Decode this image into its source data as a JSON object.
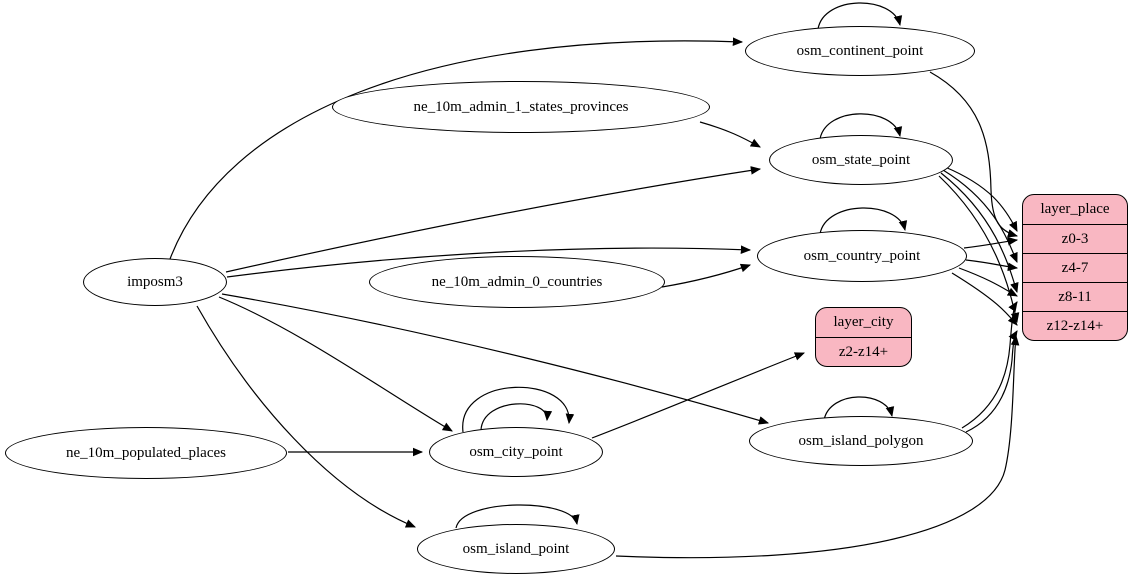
{
  "diagram": {
    "kind": "graphviz-dependency-graph",
    "colors": {
      "background": "#ffffff",
      "ellipse_fill": "#ffffff",
      "record_fill": "#f9b7c2",
      "border": "#000000",
      "edge": "#000000"
    },
    "nodes": {
      "imposm3": {
        "label": "imposm3",
        "shape": "ellipse"
      },
      "ne_10m_admin_1_states_provinces": {
        "label": "ne_10m_admin_1_states_provinces",
        "shape": "ellipse"
      },
      "ne_10m_admin_0_countries": {
        "label": "ne_10m_admin_0_countries",
        "shape": "ellipse"
      },
      "ne_10m_populated_places": {
        "label": "ne_10m_populated_places",
        "shape": "ellipse"
      },
      "osm_continent_point": {
        "label": "osm_continent_point",
        "shape": "ellipse"
      },
      "osm_state_point": {
        "label": "osm_state_point",
        "shape": "ellipse"
      },
      "osm_country_point": {
        "label": "osm_country_point",
        "shape": "ellipse"
      },
      "osm_city_point": {
        "label": "osm_city_point",
        "shape": "ellipse"
      },
      "osm_island_polygon": {
        "label": "osm_island_polygon",
        "shape": "ellipse"
      },
      "osm_island_point": {
        "label": "osm_island_point",
        "shape": "ellipse"
      },
      "layer_city": {
        "label": "layer_city",
        "shape": "record",
        "rows": [
          "z2-z14+"
        ]
      },
      "layer_place": {
        "label": "layer_place",
        "shape": "record",
        "rows": [
          "z0-3",
          "z4-7",
          "z8-11",
          "z12-z14+"
        ]
      }
    },
    "edges": [
      {
        "from": "imposm3",
        "to": "osm_continent_point"
      },
      {
        "from": "imposm3",
        "to": "osm_state_point"
      },
      {
        "from": "imposm3",
        "to": "osm_country_point"
      },
      {
        "from": "imposm3",
        "to": "osm_city_point"
      },
      {
        "from": "imposm3",
        "to": "osm_island_polygon"
      },
      {
        "from": "imposm3",
        "to": "osm_island_point"
      },
      {
        "from": "ne_10m_admin_1_states_provinces",
        "to": "osm_state_point"
      },
      {
        "from": "ne_10m_admin_0_countries",
        "to": "osm_country_point"
      },
      {
        "from": "ne_10m_populated_places",
        "to": "osm_city_point"
      },
      {
        "from": "osm_continent_point",
        "to": "osm_continent_point"
      },
      {
        "from": "osm_state_point",
        "to": "osm_state_point"
      },
      {
        "from": "osm_country_point",
        "to": "osm_country_point"
      },
      {
        "from": "osm_city_point",
        "to": "osm_city_point"
      },
      {
        "from": "osm_city_point",
        "to": "osm_city_point"
      },
      {
        "from": "osm_island_polygon",
        "to": "osm_island_polygon"
      },
      {
        "from": "osm_island_point",
        "to": "osm_island_point"
      },
      {
        "from": "osm_continent_point",
        "to": "layer_place:z0-3"
      },
      {
        "from": "osm_state_point",
        "to": "layer_place:z0-3"
      },
      {
        "from": "osm_state_point",
        "to": "layer_place:z4-7"
      },
      {
        "from": "osm_state_point",
        "to": "layer_place:z8-11"
      },
      {
        "from": "osm_state_point",
        "to": "layer_place:z12-z14+"
      },
      {
        "from": "osm_country_point",
        "to": "layer_place:z0-3"
      },
      {
        "from": "osm_country_point",
        "to": "layer_place:z4-7"
      },
      {
        "from": "osm_country_point",
        "to": "layer_place:z8-11"
      },
      {
        "from": "osm_country_point",
        "to": "layer_place:z12-z14+"
      },
      {
        "from": "osm_island_polygon",
        "to": "layer_place:z8-11"
      },
      {
        "from": "osm_island_polygon",
        "to": "layer_place:z12-z14+"
      },
      {
        "from": "osm_island_point",
        "to": "layer_place:z12-z14+"
      },
      {
        "from": "osm_city_point",
        "to": "layer_city:z2-z14+"
      }
    ]
  }
}
